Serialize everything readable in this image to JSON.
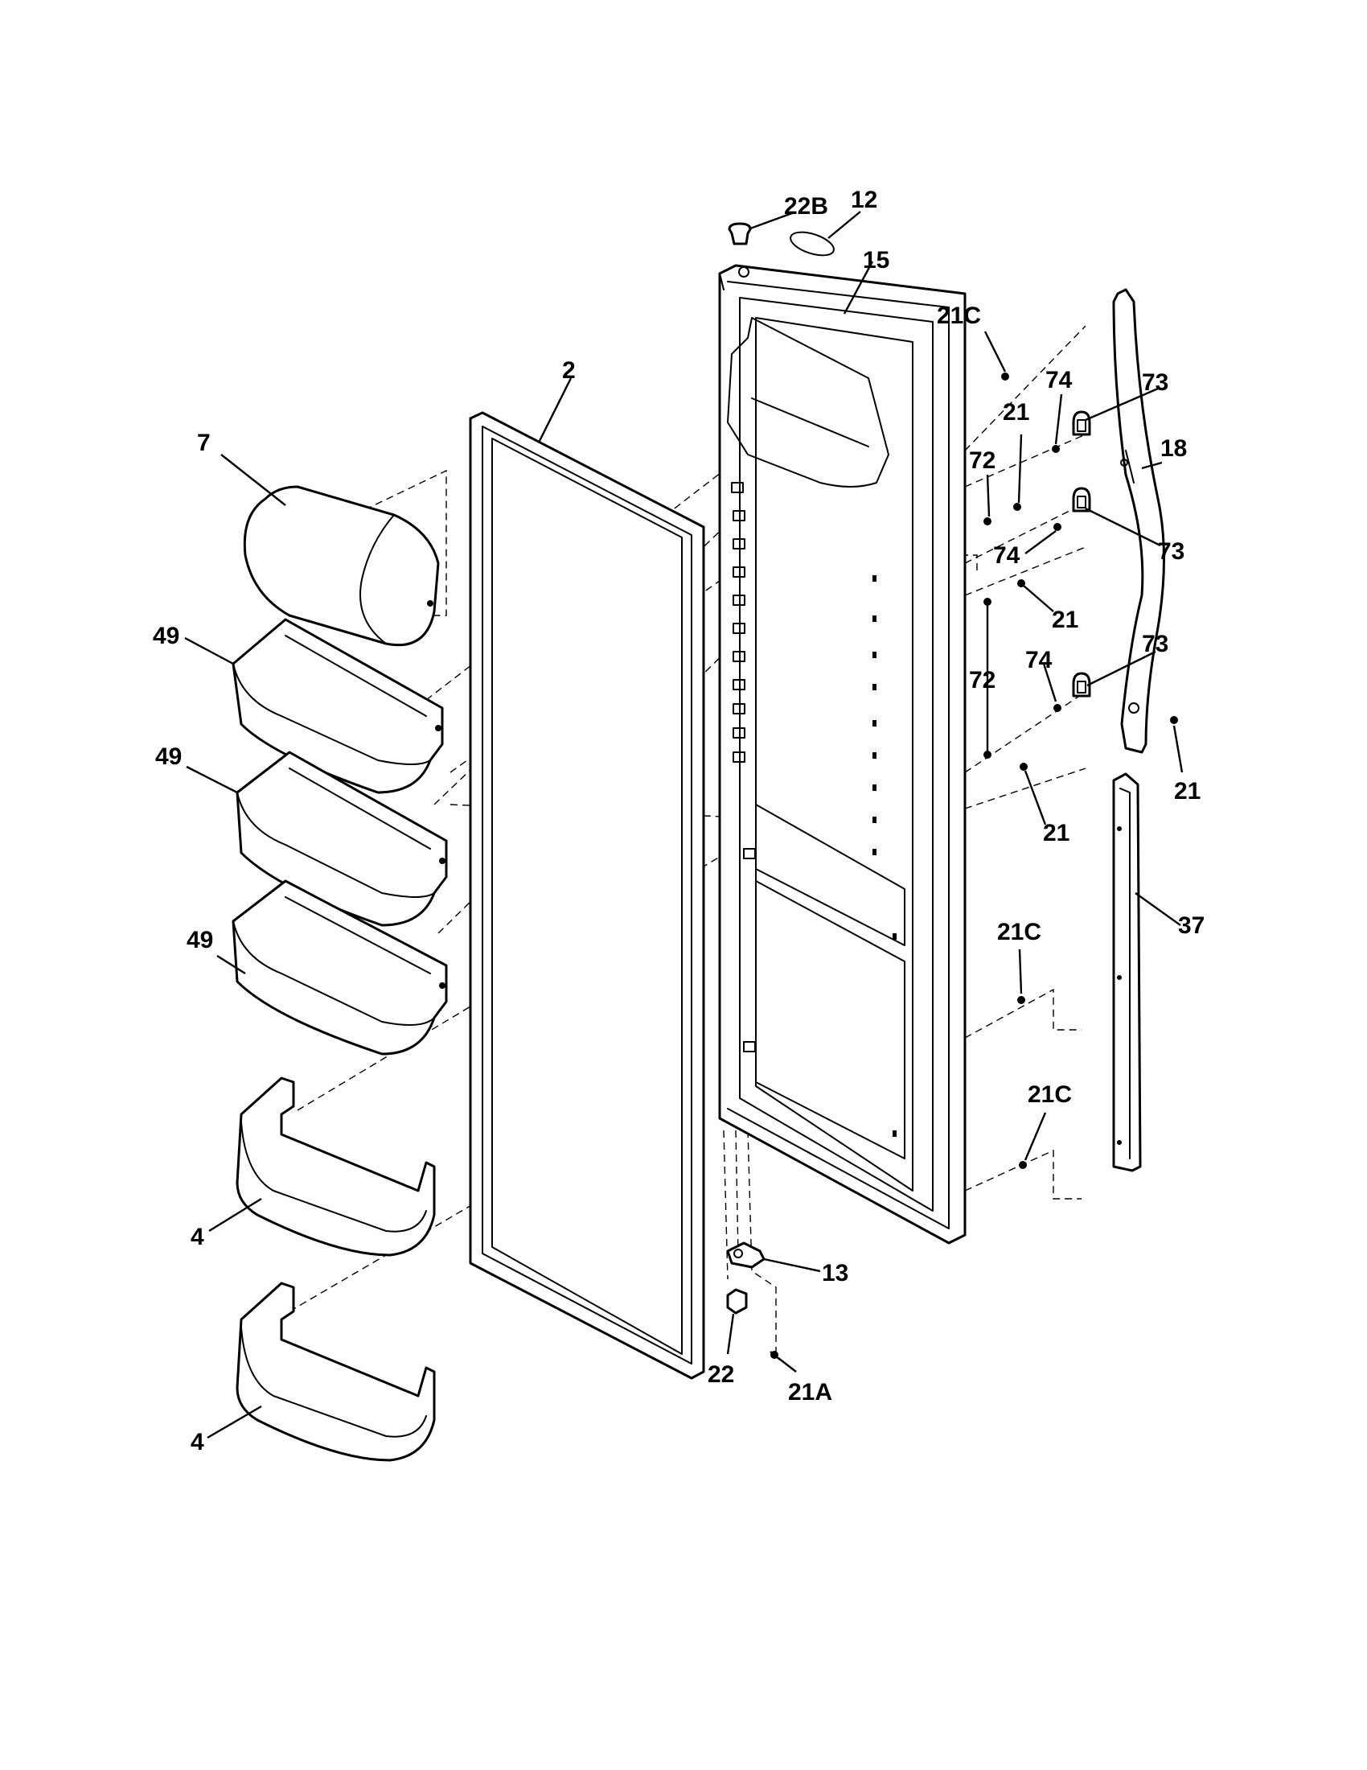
{
  "diagram": {
    "callouts": {
      "c2": "2",
      "c4a": "4",
      "c4b": "4",
      "c7": "7",
      "c12": "12",
      "c13": "13",
      "c15": "15",
      "c18": "18",
      "c21a": "21",
      "c21b": "21",
      "c21c": "21",
      "c21d": "21",
      "c21A": "21A",
      "c21C_top": "21C",
      "c21C_mid": "21C",
      "c21C_low": "21C",
      "c22": "22",
      "c22B": "22B",
      "c37": "37",
      "c49a": "49",
      "c49b": "49",
      "c49c": "49",
      "c72a": "72",
      "c72b": "72",
      "c73a": "73",
      "c73b": "73",
      "c73c": "73",
      "c74a": "74",
      "c74b": "74",
      "c74c": "74"
    }
  }
}
